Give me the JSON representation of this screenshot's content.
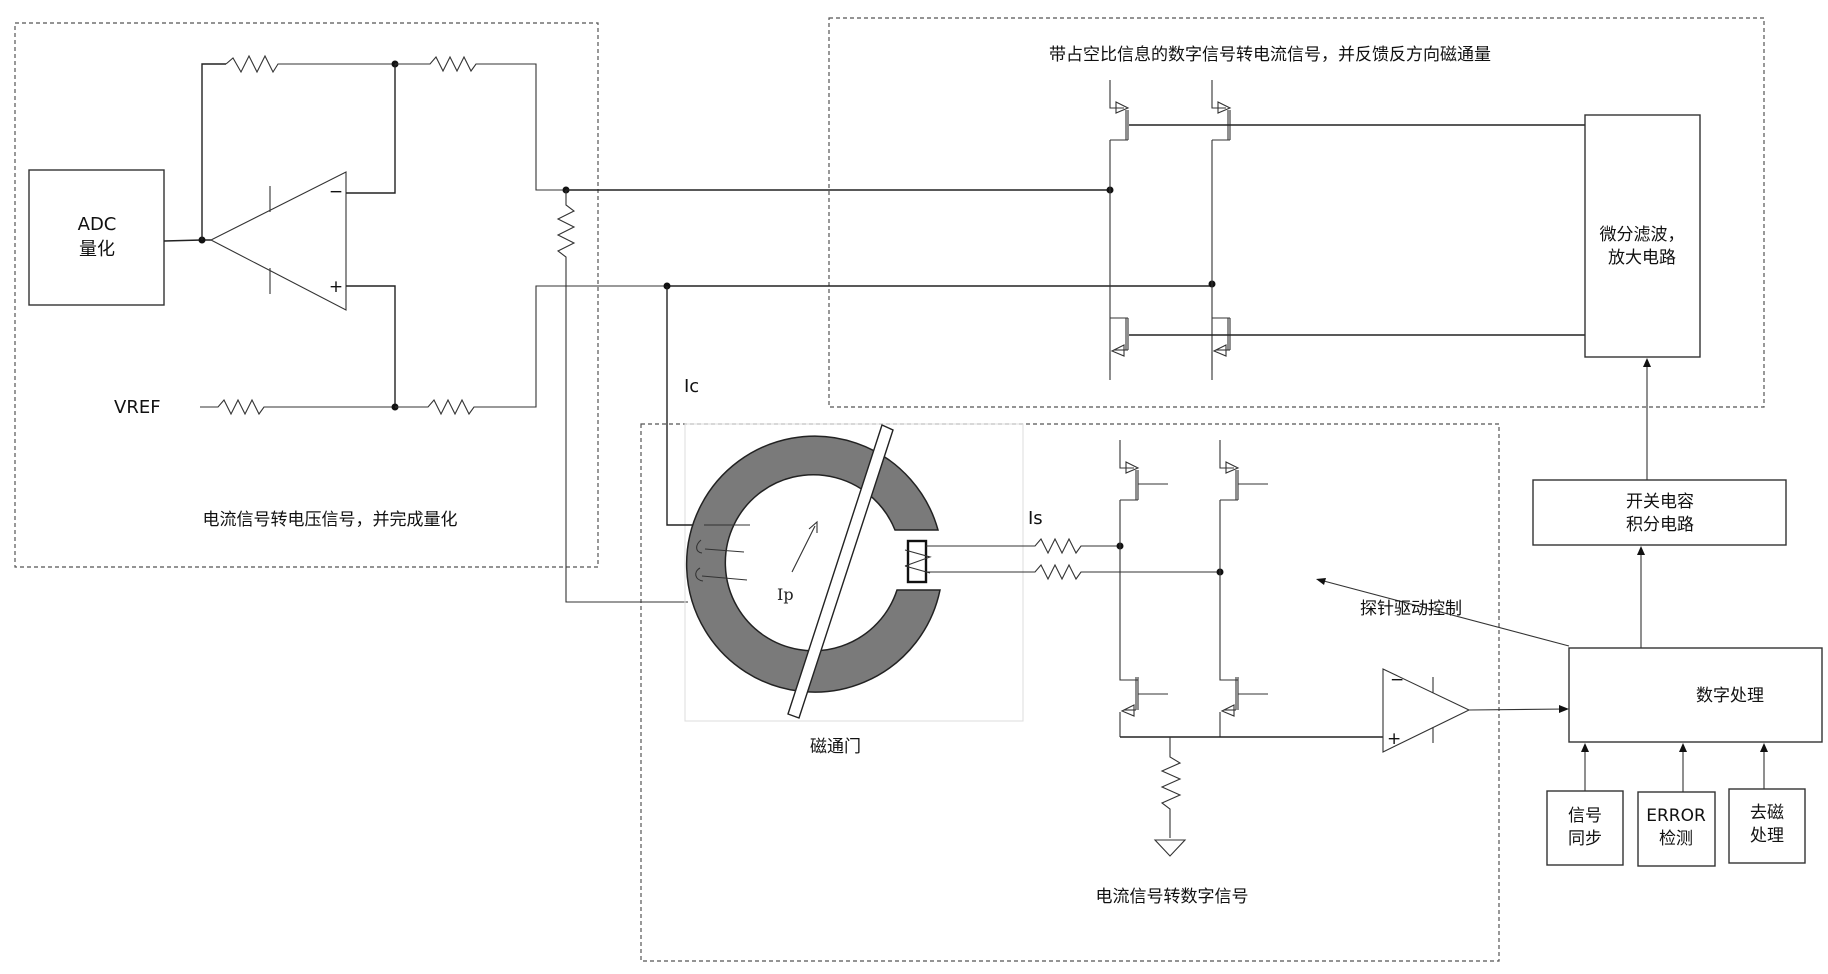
{
  "diagram": {
    "sections": {
      "left_title": "电流信号转电压信号，并完成量化",
      "top_right_title": "带占空比信息的数字信号转电流信号，并反馈反方向磁通量",
      "bottom_title": "电流信号转数字信号"
    },
    "blocks": {
      "adc_line1": "ADC",
      "adc_line2": "量化",
      "diff_filter_line1": "微分滤波，",
      "diff_filter_line2": "放大电路",
      "switch_cap_line1": "开关电容",
      "switch_cap_line2": "积分电路",
      "digital_processing": "数字处理",
      "sync_line1": "信号",
      "sync_line2": "同步",
      "error_line1": "ERROR",
      "error_line2": "检测",
      "degauss_line1": "去磁",
      "degauss_line2": "处理"
    },
    "labels": {
      "vref": "VREF",
      "ic": "Ic",
      "is": "Is",
      "ip": "Ip",
      "fluxgate": "磁通门",
      "probe_drive": "探针驱动控制"
    },
    "opamp_signs": {
      "minus": "−",
      "plus": "+"
    }
  }
}
